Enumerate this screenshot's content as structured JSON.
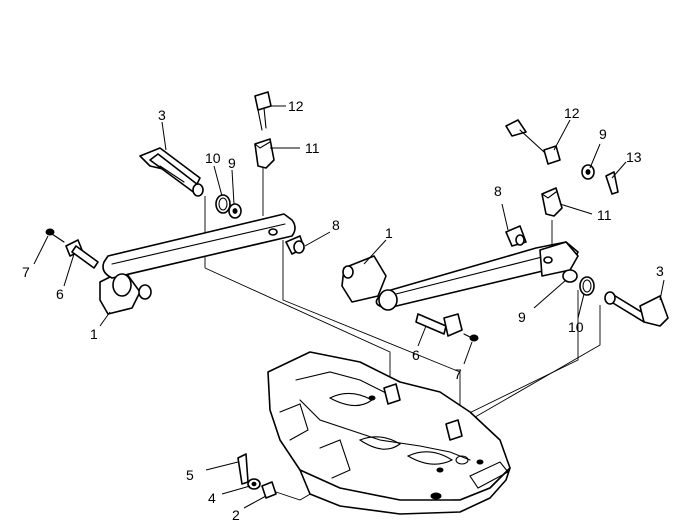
{
  "callouts": {
    "c1a": "1",
    "c1b": "1",
    "c2": "2",
    "c3a": "3",
    "c3b": "3",
    "c4": "4",
    "c5": "5",
    "c6a": "6",
    "c6b": "6",
    "c7a": "7",
    "c7b": "7",
    "c8a": "8",
    "c8b": "8",
    "c9a": "9",
    "c9b": "9",
    "c9c": "9",
    "c10a": "10",
    "c10b": "10",
    "c11a": "11",
    "c11b": "11",
    "c12a": "12",
    "c12b": "12",
    "c13": "13"
  }
}
